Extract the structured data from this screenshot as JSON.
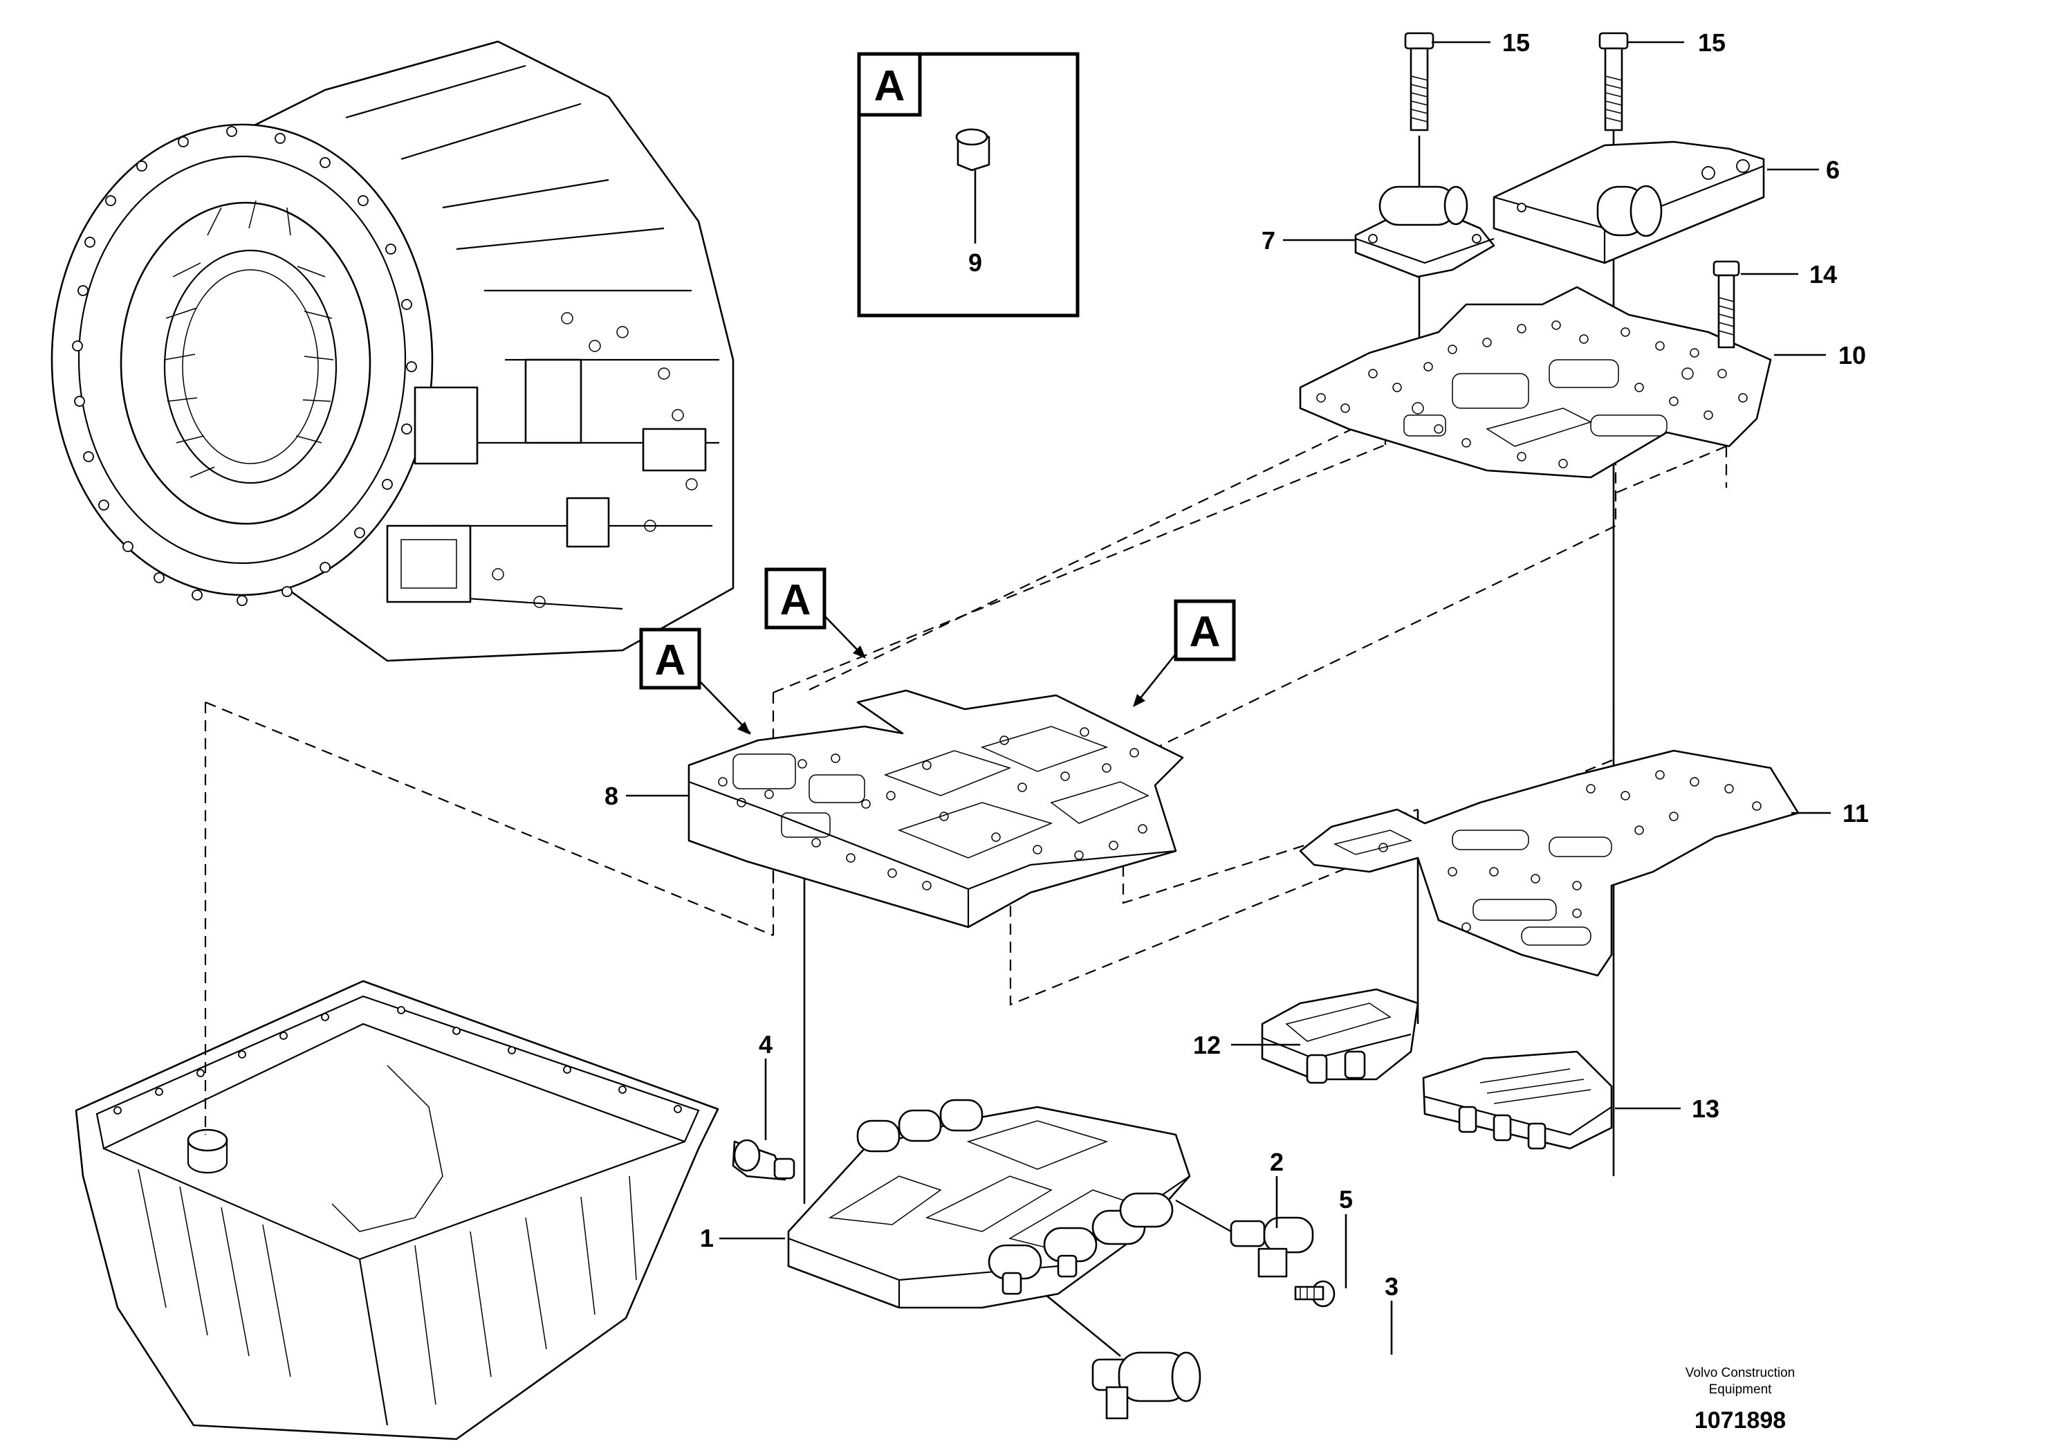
{
  "diagram": {
    "inset_letter": "A",
    "callout_letters": [
      "A",
      "A",
      "A"
    ],
    "parts": [
      {
        "label": "1"
      },
      {
        "label": "2"
      },
      {
        "label": "3"
      },
      {
        "label": "4"
      },
      {
        "label": "5"
      },
      {
        "label": "6"
      },
      {
        "label": "7"
      },
      {
        "label": "8"
      },
      {
        "label": "9"
      },
      {
        "label": "10"
      },
      {
        "label": "11"
      },
      {
        "label": "12"
      },
      {
        "label": "13"
      },
      {
        "label": "14"
      },
      {
        "label": "15"
      },
      {
        "label": "15"
      }
    ],
    "brand_line1": "Volvo Construction",
    "brand_line2": "Equipment",
    "document_number": "1071898"
  }
}
